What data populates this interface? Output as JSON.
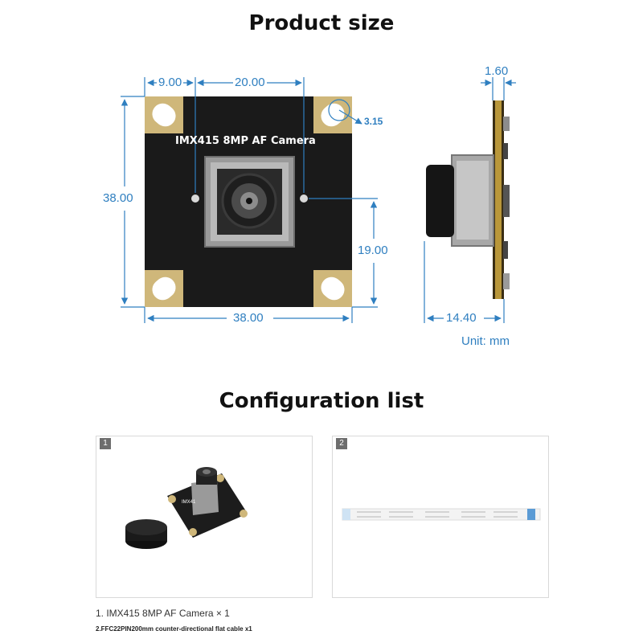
{
  "titles": {
    "product_size": "Product size",
    "configuration_list": "Configuration list"
  },
  "board": {
    "label": "IMX415 8MP AF Camera",
    "board_color": "#1a1a1a",
    "pad_color": "#e8d6a6"
  },
  "dimensions": {
    "top_left": "9.00",
    "top_middle": "20.00",
    "height": "38.00",
    "lens_offset": "19.00",
    "bottom_width": "38.00",
    "hole_offset": "3.15",
    "side_thickness": "1.60",
    "side_depth": "14.40",
    "unit": "Unit: mm",
    "dim_color": "#2f7fc0"
  },
  "config": {
    "items": [
      {
        "number": "1",
        "text": "1.  IMX415 8MP AF Camera × 1",
        "board_label": "IMX41"
      },
      {
        "number": "2",
        "text": "2.FFC22PIN200mm counter-directional flat cable x1"
      }
    ]
  }
}
